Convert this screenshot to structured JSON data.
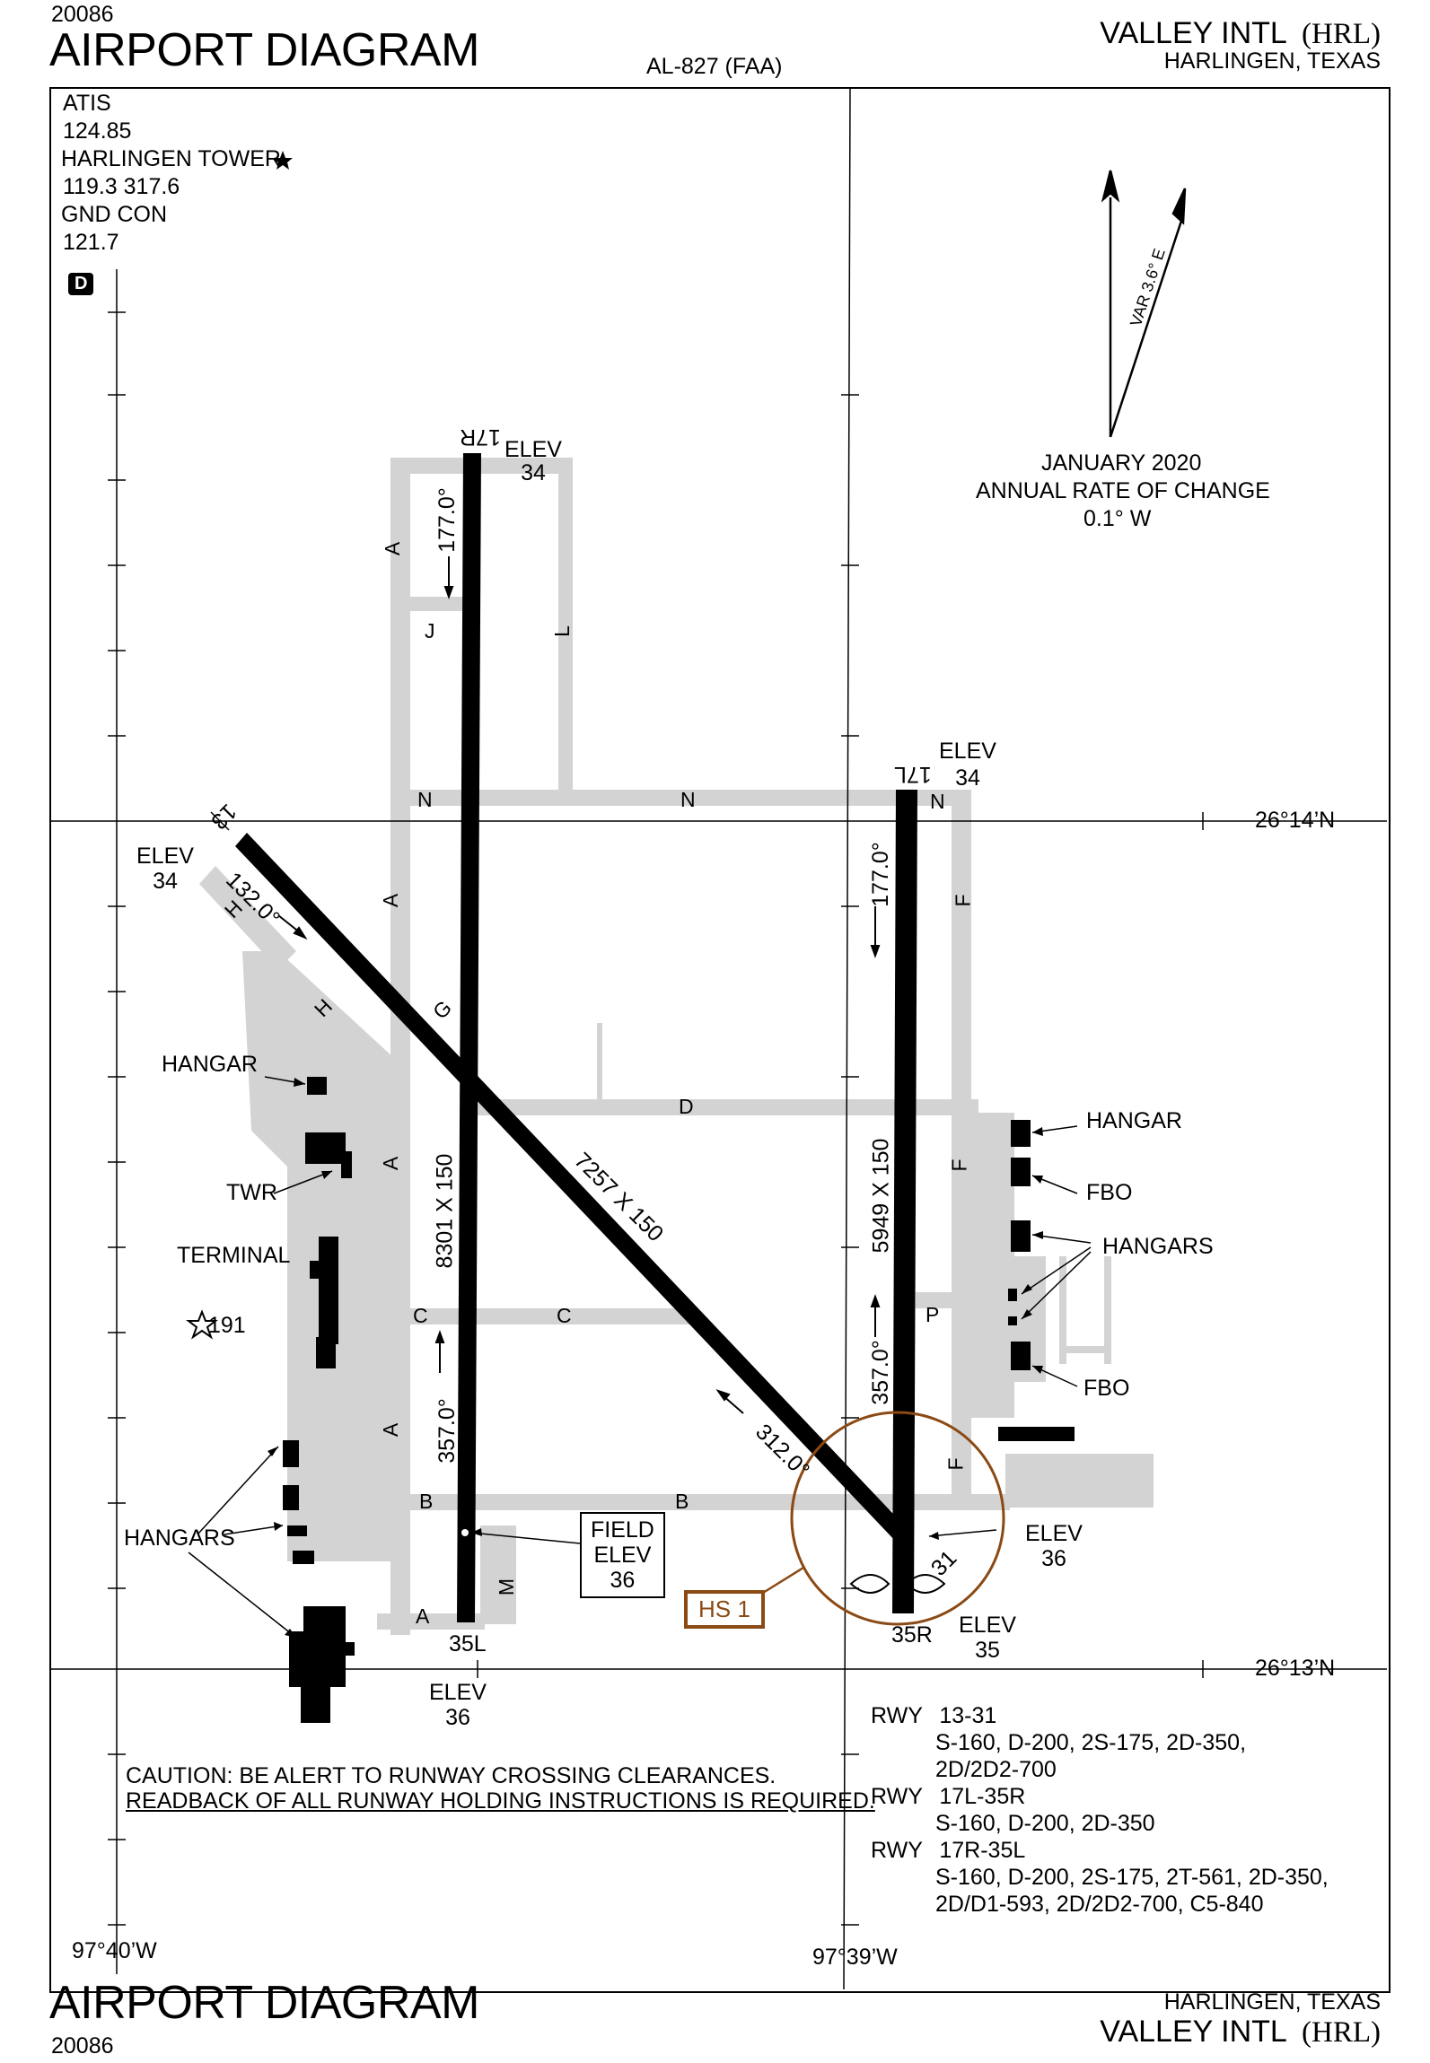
{
  "header": {
    "number_top": "20086",
    "title_top": "AIRPORT DIAGRAM",
    "chart_id": "AL-827 (FAA)",
    "airport_name": "VALLEY INTL",
    "airport_code": "(HRL)",
    "city": "HARLINGEN, TEXAS"
  },
  "footer": {
    "title_bottom": "AIRPORT DIAGRAM",
    "number_bottom": "20086",
    "city": "HARLINGEN, TEXAS",
    "airport_name": "VALLEY INTL",
    "airport_code": "(HRL)"
  },
  "frequencies": {
    "atis_label": "ATIS",
    "atis_freq": "124.85",
    "tower_label": "HARLINGEN TOWER",
    "tower_freq": "119.3  317.6",
    "gnd_label": "GND CON",
    "gnd_freq": "121.7",
    "badge": "D"
  },
  "magnetic": {
    "variation": "VAR 3.6° E",
    "date": "JANUARY 2020",
    "rate_label": "ANNUAL RATE OF CHANGE",
    "rate_value": "0.1° W"
  },
  "coordinates": {
    "lat_north": "26°14’N",
    "lat_south": "26°13’N",
    "lon_west": "97°40’W",
    "lon_east": "97°39’W"
  },
  "runways": {
    "r17R": "17R",
    "r35L": "35L",
    "r17L": "17L",
    "r35R": "35R",
    "r13": "13",
    "r31": "31",
    "dim_17R": "8301 X 150",
    "dim_13": "7257 X 150",
    "dim_17L": "5949 X 150",
    "hdg_177_a": "177.0°",
    "hdg_357_a": "357.0°",
    "hdg_177_b": "177.0°",
    "hdg_357_b": "357.0°",
    "hdg_132": "132.0°",
    "hdg_312": "312.0°"
  },
  "elevations": {
    "elev_label": "ELEV",
    "e17R": "34",
    "e17L": "34",
    "e13": "34",
    "e31": "36",
    "e35R": "35",
    "e35L": "36",
    "field_label_1": "FIELD",
    "field_label_2": "ELEV",
    "field_value": "36"
  },
  "taxiways": [
    "A",
    "B",
    "C",
    "D",
    "F",
    "G",
    "H",
    "J",
    "L",
    "M",
    "N",
    "P"
  ],
  "facilities": {
    "hangar": "HANGAR",
    "hangars": "HANGARS",
    "fbo": "FBO",
    "twr": "TWR",
    "terminal": "TERMINAL",
    "obstacle": "191",
    "hot_spot": "HS 1"
  },
  "caution": {
    "line1": "CAUTION:  BE ALERT TO RUNWAY CROSSING CLEARANCES.",
    "line2": "READBACK OF ALL RUNWAY HOLDING INSTRUCTIONS IS REQUIRED."
  },
  "strength": {
    "rwy_label": "RWY",
    "r1_name": "13-31",
    "r1_line1": "S-160, D-200, 2S-175, 2D-350,",
    "r1_line2": "2D/2D2-700",
    "r2_name": "17L-35R",
    "r2_line1": "S-160, D-200, 2D-350",
    "r3_name": "17R-35L",
    "r3_line1": "S-160, D-200, 2S-175, 2T-561, 2D-350,",
    "r3_line2": "2D/D1-593, 2D/2D2-700, C5-840"
  },
  "colors": {
    "runway": "#000000",
    "taxiway": "#d4d4d4",
    "hot_spot": "#8b4a14"
  }
}
